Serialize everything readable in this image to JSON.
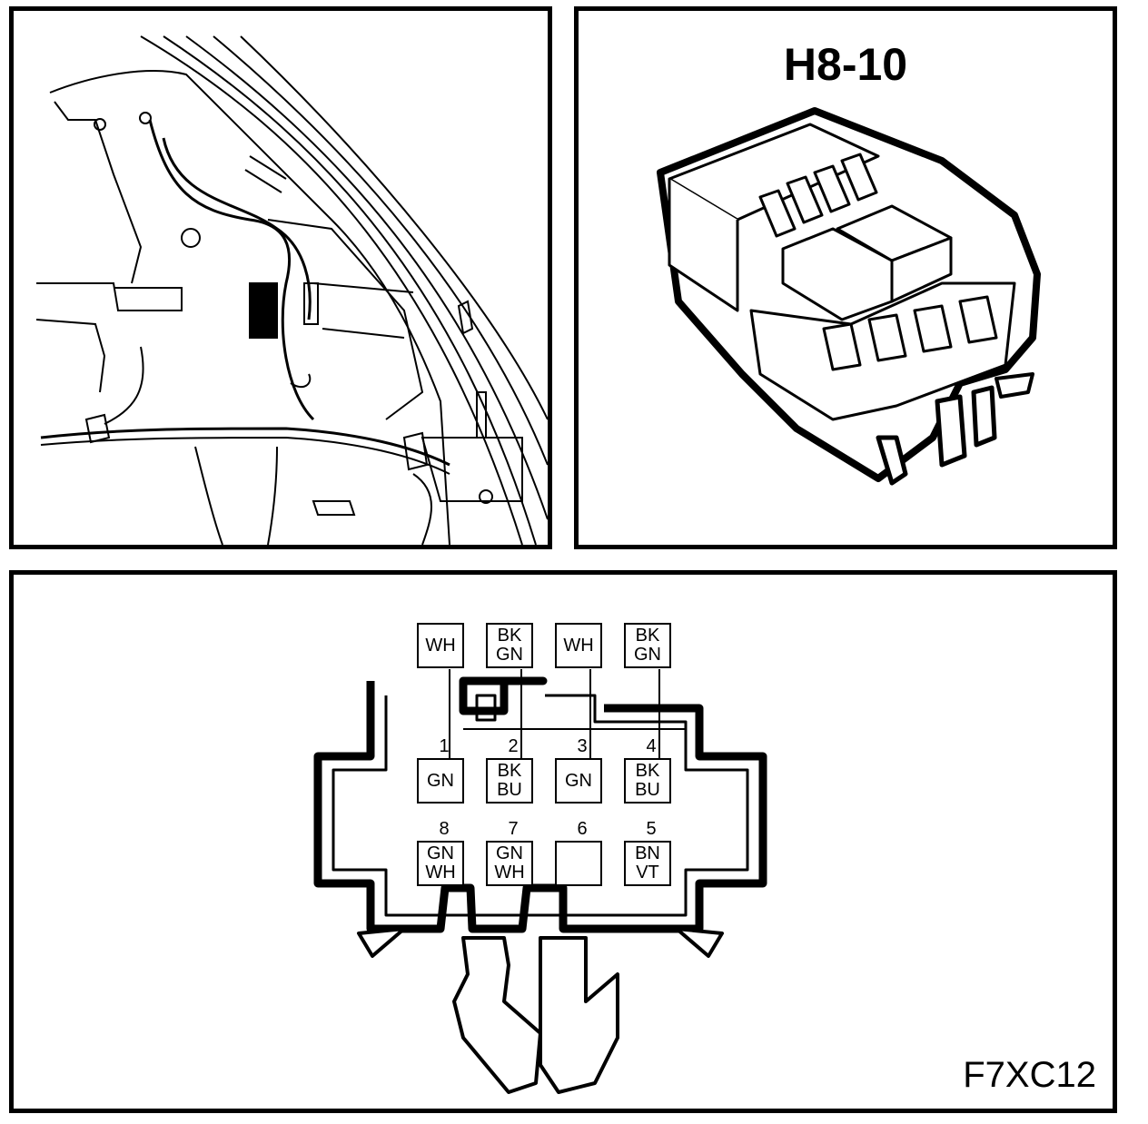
{
  "connector": {
    "id": "H8-10"
  },
  "figure_code": "F7XC12",
  "pinout": {
    "wire_colors_top": [
      "WH",
      "BK\nGN",
      "WH",
      "BK\nGN"
    ],
    "pins": [
      {
        "num": "1",
        "color": "GN"
      },
      {
        "num": "2",
        "color": "BK\nBU"
      },
      {
        "num": "3",
        "color": "GN"
      },
      {
        "num": "4",
        "color": "BK\nBU"
      },
      {
        "num": "8",
        "color": "GN\nWH"
      },
      {
        "num": "7",
        "color": "GN\nWH"
      },
      {
        "num": "6",
        "color": ""
      },
      {
        "num": "5",
        "color": "BN\nVT"
      }
    ]
  }
}
